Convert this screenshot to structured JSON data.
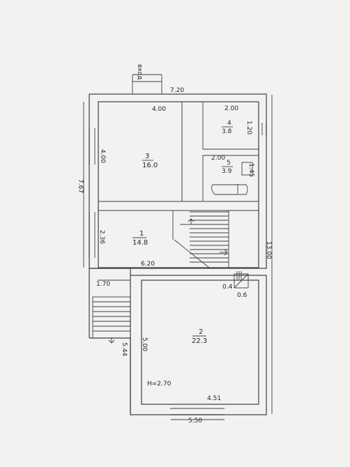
{
  "plan": {
    "entrance_label": "вход",
    "dimensions": {
      "top_width": "7.20",
      "room3_width": "4.00",
      "room4_width": "2.00",
      "room4_height": "1.20",
      "room5_width": "2.00",
      "room5_height": "1.45",
      "room3_height": "4.00",
      "left_height": "7.67",
      "room1_height": "2.36",
      "room1_width": "6.20",
      "right_height": "13.00",
      "stair_width": "1.70",
      "room2_height": "5.00",
      "stair_height": "5.44",
      "room2_width": "4.51",
      "bottom_width": "5.50",
      "ceiling_height": "H=2.70",
      "small_width": "0.4",
      "small_height": "0.6"
    },
    "rooms": [
      {
        "number": "3",
        "area": "16.0"
      },
      {
        "number": "4",
        "area": "3.8"
      },
      {
        "number": "5",
        "area": "3.9"
      },
      {
        "number": "1",
        "area": "14.8"
      },
      {
        "number": "2",
        "area": "22.3"
      }
    ]
  }
}
